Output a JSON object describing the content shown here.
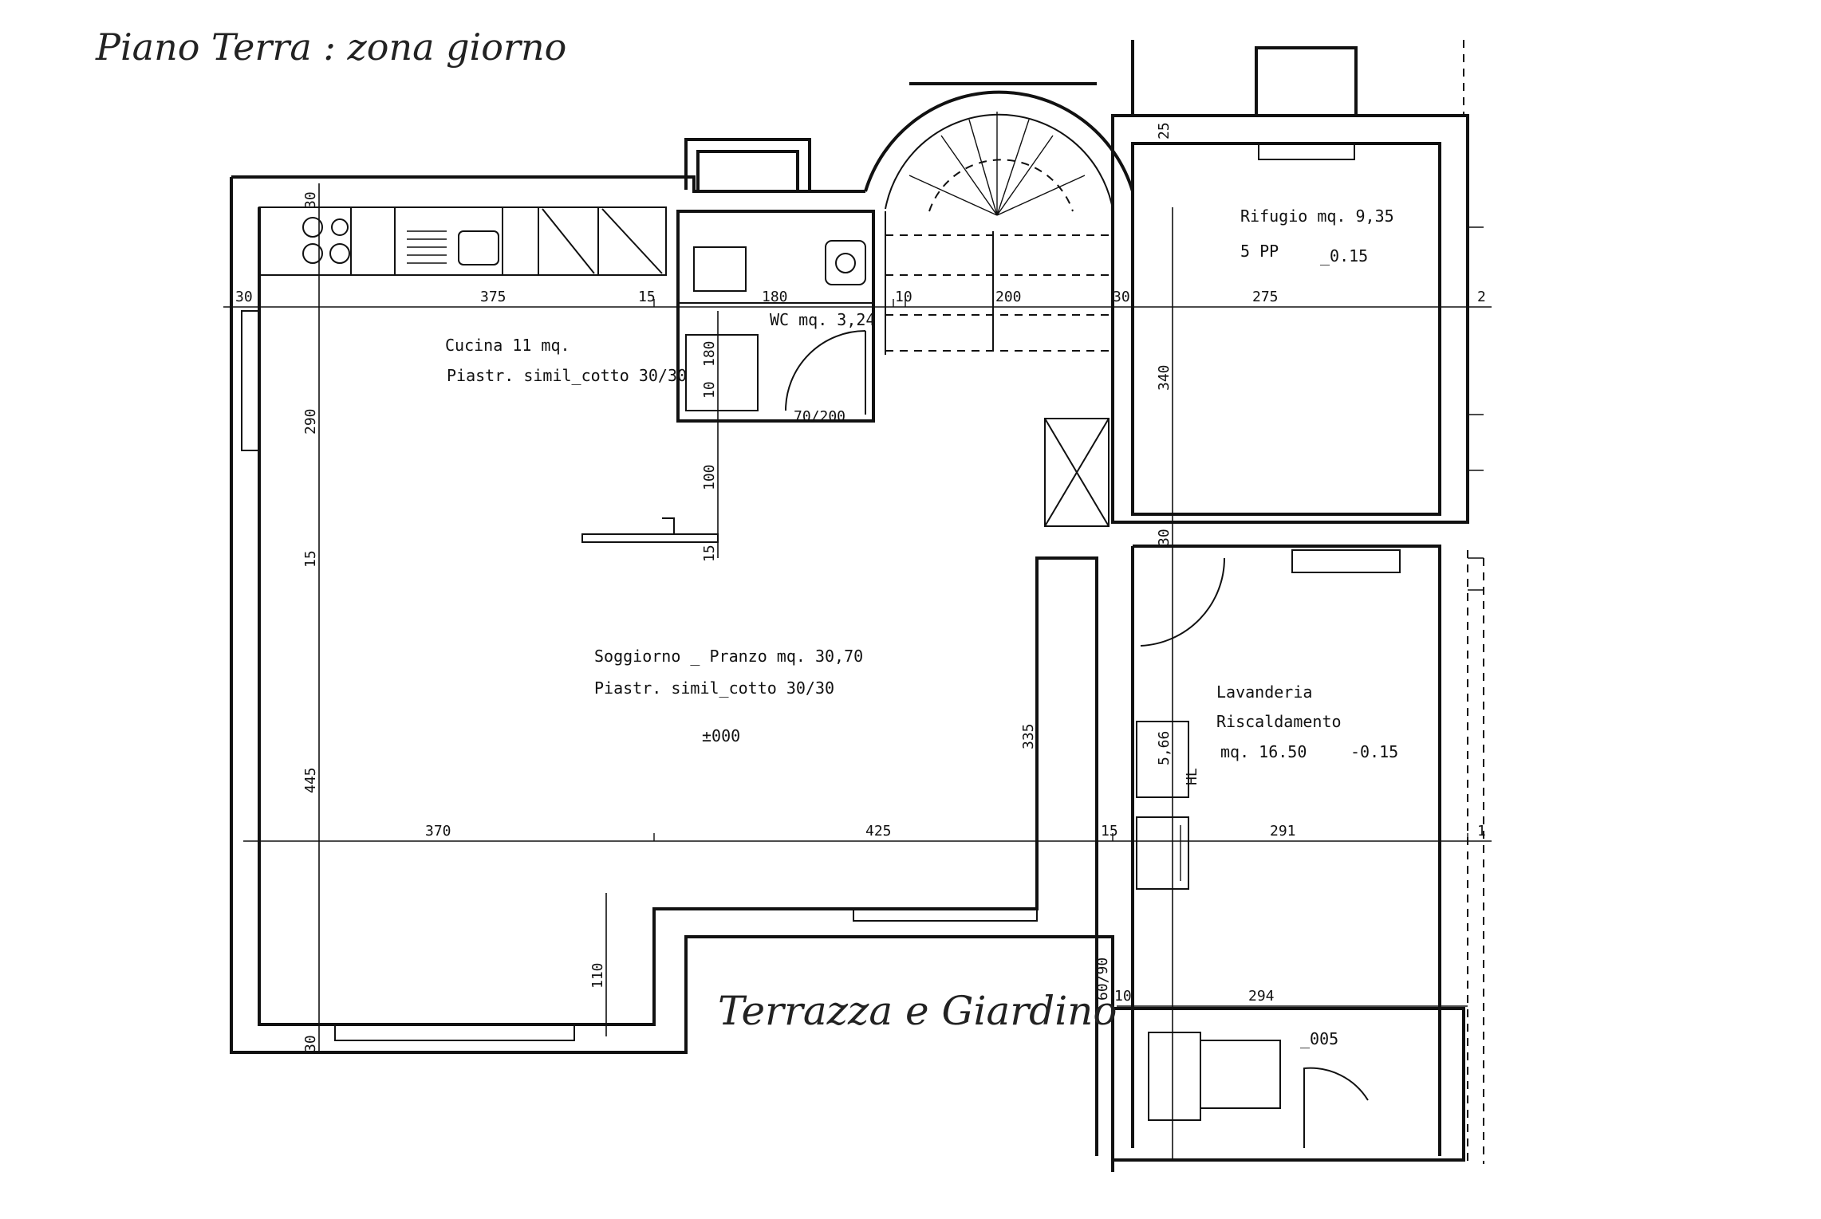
{
  "heading": "Piano Terra : zona giorno",
  "outdoor_label": "Terrazza e Giardino",
  "rooms": {
    "kitchen": {
      "name": "Cucina 11 mq.",
      "floor": "Piastr. simil_cotto 30/30"
    },
    "wc": {
      "name": "WC mq. 3,24",
      "door": "70/200"
    },
    "shelter": {
      "name": "Rifugio mq. 9,35",
      "note": "5 PP",
      "level": "_0.15"
    },
    "living": {
      "name": "Soggiorno _ Pranzo  mq. 30,70",
      "floor": "Piastr. simil_cotto  30/30",
      "level": "±000"
    },
    "laundry": {
      "name": "Lavanderia",
      "name2": "Riscaldamento",
      "area": "mq. 16.50",
      "level": "-0.15",
      "boiler_1": "5,66",
      "boiler_2": "HL"
    },
    "lower": {
      "level": "_005"
    }
  },
  "dimensions": {
    "top": [
      "30",
      "375",
      "15",
      "180",
      "10",
      "200",
      "30",
      "275",
      "2"
    ],
    "middle": [
      "370",
      "425",
      "15",
      "291",
      "1"
    ],
    "bottom": [
      "10",
      "294"
    ],
    "left": [
      "30",
      "290",
      "15",
      "445",
      "30"
    ],
    "wc": [
      "180",
      "10",
      "100",
      "15"
    ],
    "inner": [
      "340",
      "30",
      "335",
      "110",
      "25",
      "60/90"
    ]
  }
}
